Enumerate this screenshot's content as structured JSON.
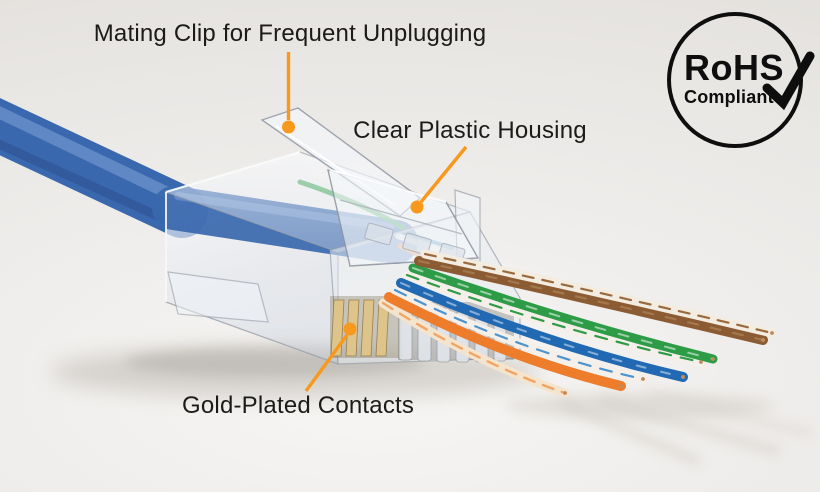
{
  "annotations": {
    "accent_color": "#F8981D",
    "text_color": "#1d1b19",
    "mating_clip_label": "Mating Clip for Frequent Unplugging",
    "clear_housing_label": "Clear Plastic Housing",
    "gold_contacts_label": "Gold-Plated Contacts"
  },
  "badge": {
    "title": "RoHS",
    "subtitle": "Compliant",
    "checkmark_icon": "check",
    "color": "#0e0e0e"
  },
  "photo": {
    "cable_color": "#3a68ae",
    "gold_color": "#dcc48a",
    "copper_color": "#bf8a5c",
    "background_color": "#e9e7e4",
    "wires": [
      {
        "name": "white-orange",
        "color": "#f4e4cd",
        "stripe": "#f0a566"
      },
      {
        "name": "orange",
        "color": "#ed7d2b",
        "stripe": "#f9c193"
      },
      {
        "name": "white-blue",
        "color": "#f4f0e9",
        "stripe": "#4d94cf"
      },
      {
        "name": "blue",
        "color": "#2169b2",
        "stripe": "#dce9f5"
      },
      {
        "name": "white-green",
        "color": "#f4f0e9",
        "stripe": "#2e9c47"
      },
      {
        "name": "green",
        "color": "#2e9c47",
        "stripe": "#e4f3e8"
      },
      {
        "name": "brown",
        "color": "#8b5c34",
        "stripe": "#b58a5d"
      },
      {
        "name": "white-brown",
        "color": "#f3ece1",
        "stripe": "#9a6a3e"
      }
    ]
  }
}
